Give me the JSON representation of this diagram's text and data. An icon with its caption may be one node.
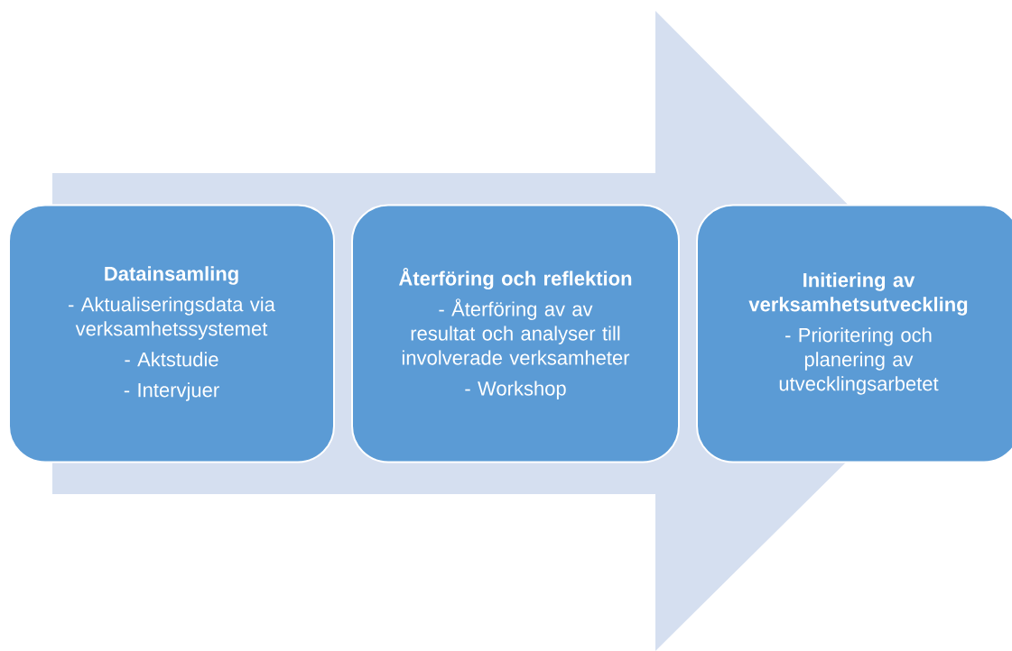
{
  "diagram": {
    "nodes": [
      {
        "text": [
          "Datainsamling",
          "- Aktualiseringsdata via verksamhetssystemet",
          "- Aktstudie",
          "- Intervjuer"
        ]
      },
      {
        "text": [
          "Återföring och reflektion",
          "- Återföring av av resultat och analyser till involverade verksamheter",
          "- Workshop"
        ]
      },
      {
        "text": [
          "Initiering av verksamhetsutveckling",
          "- Prioritering och planering av utvecklingsarbetet"
        ]
      }
    ],
    "edges": [
      {
        "from": 0,
        "to": 2,
        "arrow": "to"
      }
    ]
  }
}
